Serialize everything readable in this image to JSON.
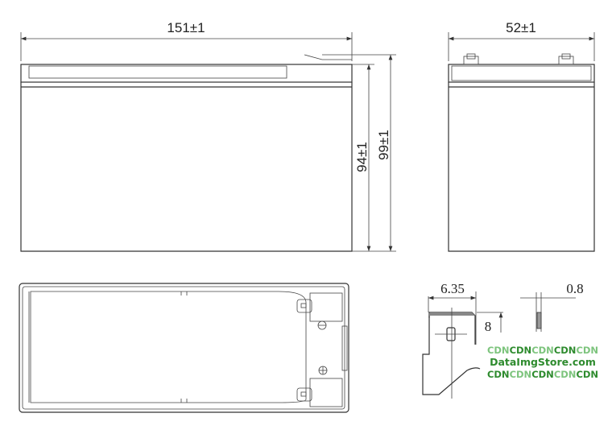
{
  "dimensions": {
    "length": "151±1",
    "width": "52±1",
    "height_body": "94±1",
    "height_total": "99±1",
    "terminal_width": "6.35",
    "terminal_thickness": "0.8",
    "terminal_height": "8"
  },
  "watermark": {
    "line1": [
      "CDN",
      "CDN",
      "CDN",
      "CDN",
      "CDN"
    ],
    "line2": "DataImgStore.com",
    "line3": [
      "CDN",
      "CDN",
      "CDN",
      "CDN",
      "CDN"
    ],
    "colors": {
      "dark": "#2e8b2e",
      "light": "#7dc47d"
    }
  }
}
